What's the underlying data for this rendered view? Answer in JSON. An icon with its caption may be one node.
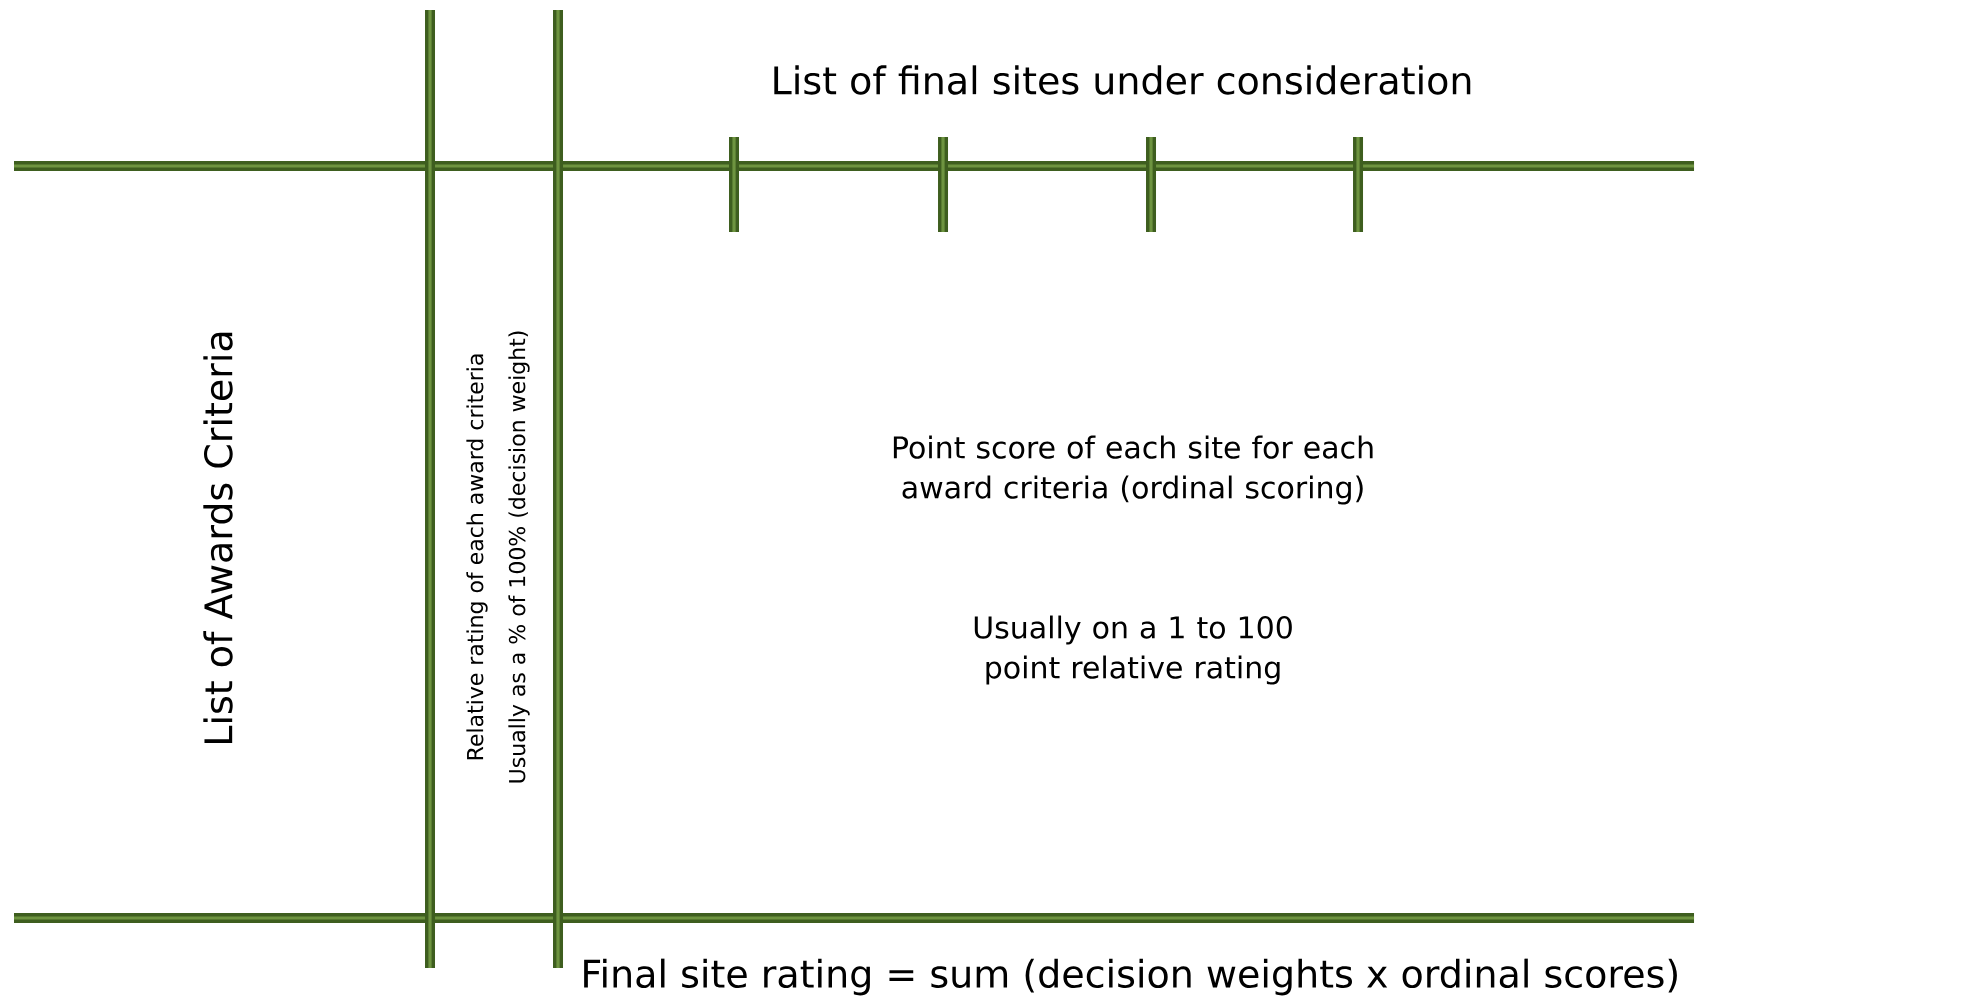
{
  "diagram": {
    "labels": [
      "List of final sites under consideration",
      "List of Awards Criteria",
      "Relative rating of each award criteria",
      "Usually as a % of 100% (decision weight)",
      "Point score of each site for each award criteria (ordinal scoring)",
      "Usually on a 1 to 100 point relative rating",
      "Final site rating = sum (decision weights x ordinal scores)"
    ]
  }
}
